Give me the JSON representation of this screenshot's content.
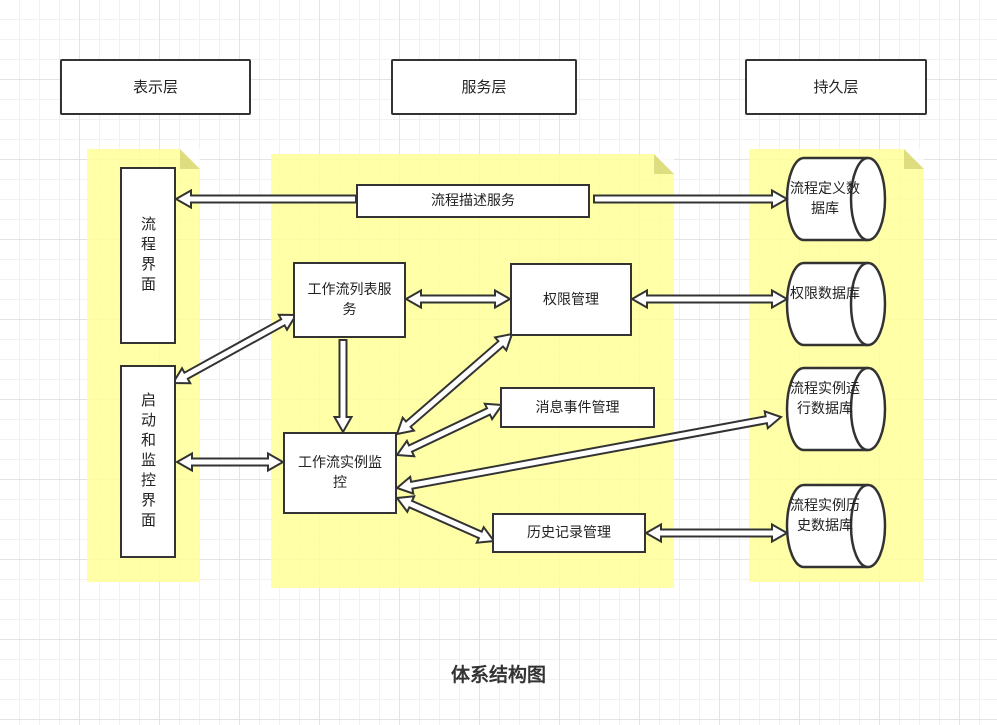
{
  "headers": {
    "presentation": "表示层",
    "service": "服务层",
    "persistence": "持久层"
  },
  "ui": {
    "process_ui": "流程界面",
    "monitor_ui": "启动和监控界面"
  },
  "services": {
    "process_desc": "流程描述服务",
    "worklist": "工作流列表服务",
    "permission": "权限管理",
    "message": "消息事件管理",
    "instance_monitor": "工作流实例监控",
    "history": "历史记录管理"
  },
  "databases": {
    "definition": "流程定义数据库",
    "permission": "权限数据库",
    "runtime": "流程实例运行数据库",
    "history": "流程实例历史数据库"
  },
  "caption": "体系结构图",
  "colors": {
    "note": "#ffff99",
    "stroke": "#333333",
    "arrow_fill": "#ffffff"
  }
}
